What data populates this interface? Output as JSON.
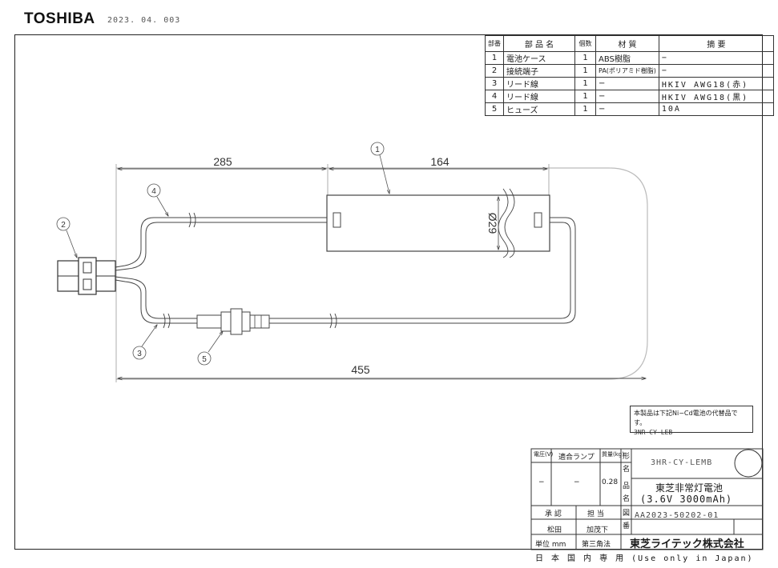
{
  "header": {
    "brand": "TOSHIBA",
    "date": "2023. 04. 003"
  },
  "parts_table": {
    "headers": [
      "部番",
      "部 品 名",
      "個数",
      "材 質",
      "摘 要"
    ],
    "rows": [
      [
        "1",
        "電池ケース",
        "1",
        "ABS樹脂",
        "−"
      ],
      [
        "2",
        "接続端子",
        "1",
        "PA(ポリアミド樹脂)",
        "−"
      ],
      [
        "3",
        "リード線",
        "1",
        "−",
        "HKIV AWG18(赤)"
      ],
      [
        "4",
        "リード線",
        "1",
        "−",
        "HKIV AWG18(黒)"
      ],
      [
        "5",
        "ヒューズ",
        "1",
        "−",
        "10A"
      ]
    ]
  },
  "drawing": {
    "dim_left": "285",
    "dim_right": "164",
    "dim_total": "455",
    "dim_diameter": "Ø29",
    "callouts": [
      "1",
      "2",
      "3",
      "4",
      "5"
    ]
  },
  "note": {
    "line1": "本製品は下記Ni−Cd電池の代替品です。",
    "line2": "3NR-CY-LEB"
  },
  "title_block": {
    "voltage_label": "電圧(V)",
    "lamp_label": "適合ランプ",
    "mass_label": "質量(kg)",
    "voltage_value": "−",
    "lamp_value": "−",
    "mass_value": "0.28",
    "model_label": "形名",
    "model_value": "3HR-CY-LEMB",
    "name_label": "品名",
    "name_line1": "東芝非常灯電池",
    "name_line2": "(3.6V 3000mAh)",
    "approve_label": "承 認",
    "charge_label": "担 当",
    "approver": "松田",
    "person": "加茂下",
    "drawing_no_label": "図番",
    "drawing_no": "AA2023-50202-01",
    "unit": "単位 mm",
    "projection": "第三角法",
    "company": "東芝ライテック株式会社"
  },
  "footer": "日 本 国 内 専 用 (Use only in Japan)"
}
